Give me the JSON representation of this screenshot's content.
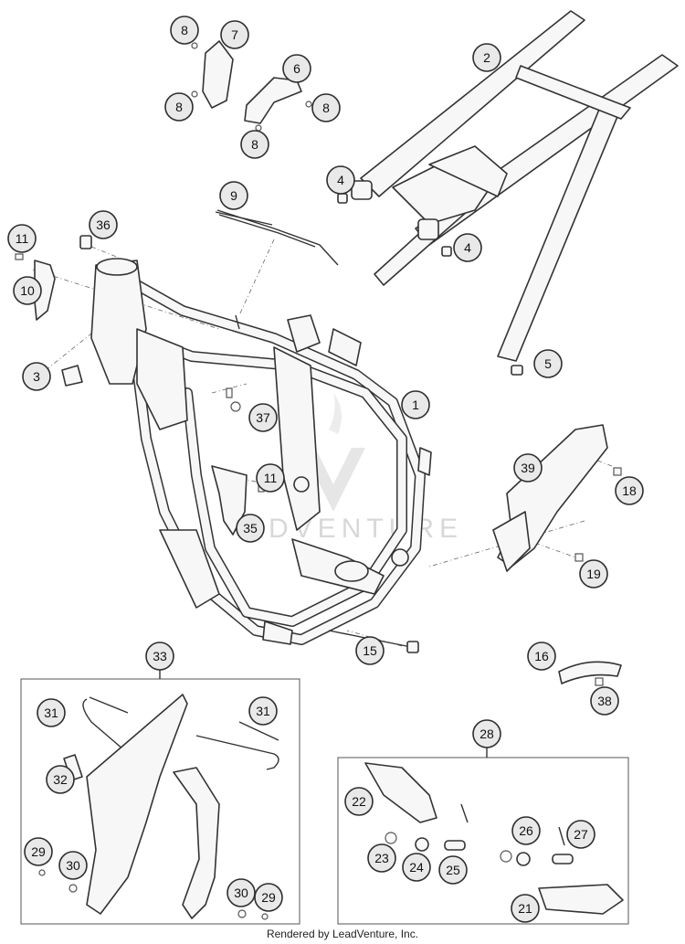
{
  "watermark": "ADVENTURE",
  "footer": "Rendered by LeadVenture, Inc.",
  "callouts": [
    {
      "id": "c1",
      "label": "1"
    },
    {
      "id": "c2",
      "label": "2"
    },
    {
      "id": "c3",
      "label": "3"
    },
    {
      "id": "c4a",
      "label": "4"
    },
    {
      "id": "c4b",
      "label": "4"
    },
    {
      "id": "c5",
      "label": "5"
    },
    {
      "id": "c6",
      "label": "6"
    },
    {
      "id": "c7",
      "label": "7"
    },
    {
      "id": "c8a",
      "label": "8"
    },
    {
      "id": "c8b",
      "label": "8"
    },
    {
      "id": "c8c",
      "label": "8"
    },
    {
      "id": "c8d",
      "label": "8"
    },
    {
      "id": "c9",
      "label": "9"
    },
    {
      "id": "c10",
      "label": "10"
    },
    {
      "id": "c11a",
      "label": "11"
    },
    {
      "id": "c11b",
      "label": "11"
    },
    {
      "id": "c15",
      "label": "15"
    },
    {
      "id": "c16",
      "label": "16"
    },
    {
      "id": "c18",
      "label": "18"
    },
    {
      "id": "c19",
      "label": "19"
    },
    {
      "id": "c21",
      "label": "21"
    },
    {
      "id": "c22",
      "label": "22"
    },
    {
      "id": "c23",
      "label": "23"
    },
    {
      "id": "c24",
      "label": "24"
    },
    {
      "id": "c25",
      "label": "25"
    },
    {
      "id": "c26",
      "label": "26"
    },
    {
      "id": "c27",
      "label": "27"
    },
    {
      "id": "c28",
      "label": "28"
    },
    {
      "id": "c29a",
      "label": "29"
    },
    {
      "id": "c29b",
      "label": "29"
    },
    {
      "id": "c30a",
      "label": "30"
    },
    {
      "id": "c30b",
      "label": "30"
    },
    {
      "id": "c31a",
      "label": "31"
    },
    {
      "id": "c31b",
      "label": "31"
    },
    {
      "id": "c32",
      "label": "32"
    },
    {
      "id": "c33",
      "label": "33"
    },
    {
      "id": "c35",
      "label": "35"
    },
    {
      "id": "c36",
      "label": "36"
    },
    {
      "id": "c37",
      "label": "37"
    },
    {
      "id": "c38",
      "label": "38"
    },
    {
      "id": "c39",
      "label": "39"
    }
  ]
}
